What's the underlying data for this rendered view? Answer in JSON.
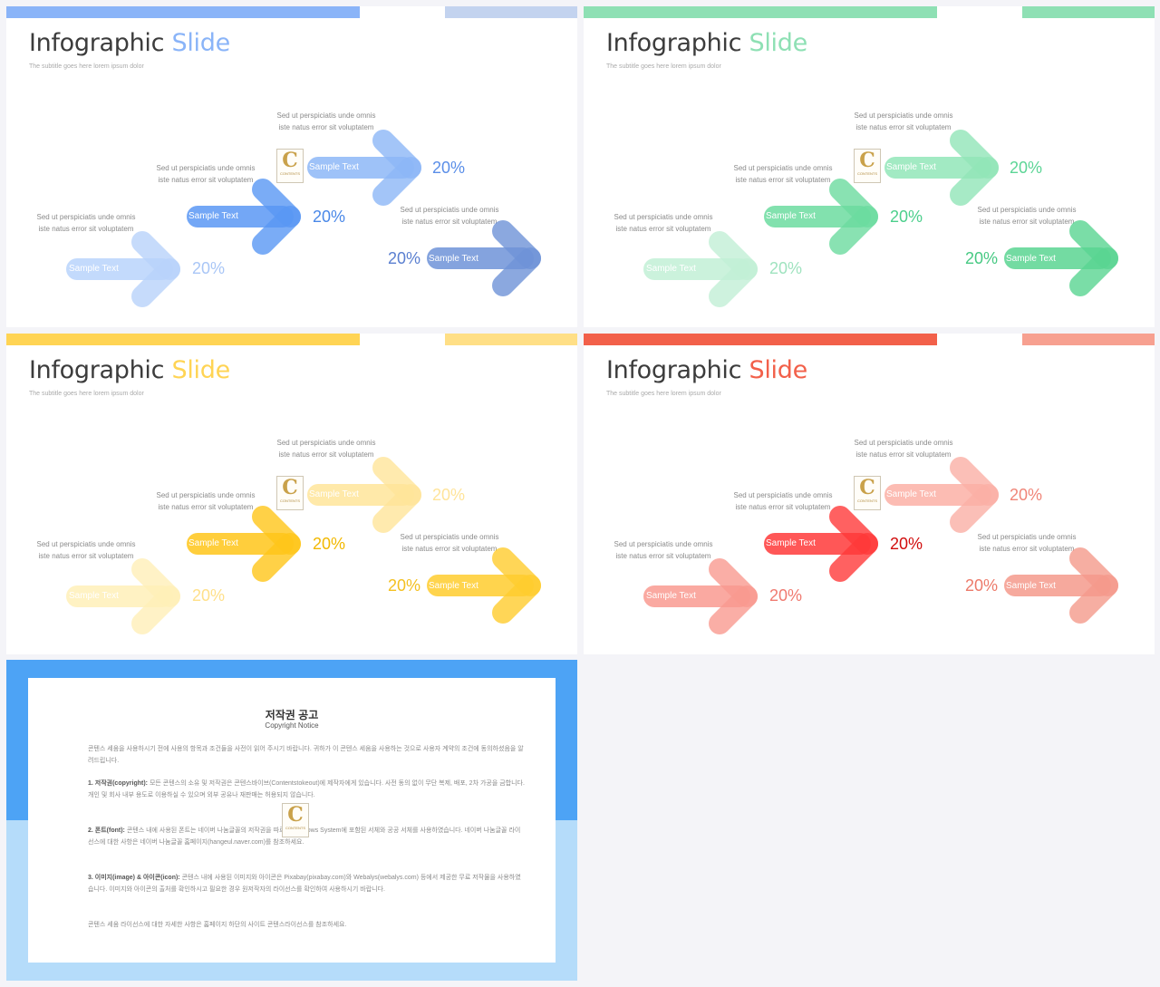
{
  "slides": [
    {
      "title_main": "Infographic",
      "title_accent": "Slide",
      "subtitle": "The subtitle goes here lorem ipsum dolor",
      "accent": "#8ab4f8",
      "bar_a": "#8ab4f8",
      "bar_b": "#c3d3ef",
      "pct_colors": [
        "#a9c6f6",
        "#4a88e8",
        "#5a8ee8",
        "#5a7fd0"
      ],
      "arrow_colors": [
        "#b9d3fb",
        "#5a98f4",
        "#8db7f7",
        "#6f93d8"
      ],
      "items": [
        {
          "desc": "Sed ut perspiciatis unde omnis iste natus error sit voluptatem",
          "label": "Sample Text",
          "pct": "20%"
        },
        {
          "desc": "Sed ut perspiciatis unde omnis iste natus error sit voluptatem",
          "label": "Sample Text",
          "pct": "20%"
        },
        {
          "desc": "Sed ut perspiciatis unde omnis iste natus error sit voluptatem",
          "label": "Sample Text",
          "pct": "20%"
        },
        {
          "desc": "Sed ut perspiciatis unde omnis iste natus error sit voluptatem",
          "label": "Sample Text",
          "pct": "20%"
        }
      ]
    },
    {
      "title_main": "Infographic",
      "title_accent": "Slide",
      "subtitle": "The subtitle goes here lorem ipsum dolor",
      "accent": "#8ee0b4",
      "bar_a": "#8ee0b4",
      "bar_b": "#8ee0b4",
      "pct_colors": [
        "#9fe3bf",
        "#4ccf8c",
        "#5cd596",
        "#47c983"
      ],
      "arrow_colors": [
        "#c2f0d6",
        "#6cdca0",
        "#92e6b8",
        "#5ad592"
      ],
      "items": [
        {
          "desc": "Sed ut perspiciatis unde omnis iste natus error sit voluptatem",
          "label": "Sample Text",
          "pct": "20%"
        },
        {
          "desc": "Sed ut perspiciatis unde omnis iste natus error sit voluptatem",
          "label": "Sample Text",
          "pct": "20%"
        },
        {
          "desc": "Sed ut perspiciatis unde omnis iste natus error sit voluptatem",
          "label": "Sample Text",
          "pct": "20%"
        },
        {
          "desc": "Sed ut perspiciatis unde omnis iste natus error sit voluptatem",
          "label": "Sample Text",
          "pct": "20%"
        }
      ]
    },
    {
      "title_main": "Infographic",
      "title_accent": "Slide",
      "subtitle": "The subtitle goes here lorem ipsum dolor",
      "accent": "#ffd454",
      "bar_a": "#ffd454",
      "bar_b": "#ffdf86",
      "pct_colors": [
        "#ffe08a",
        "#f2b800",
        "#ffe49a",
        "#f4c020"
      ],
      "arrow_colors": [
        "#fff0b8",
        "#ffc61a",
        "#ffe59a",
        "#ffcd2e"
      ],
      "items": [
        {
          "desc": "Sed ut perspiciatis unde omnis iste natus error sit voluptatem",
          "label": "Sample Text",
          "pct": "20%"
        },
        {
          "desc": "Sed ut perspiciatis unde omnis iste natus error sit voluptatem",
          "label": "Sample Text",
          "pct": "20%"
        },
        {
          "desc": "Sed ut perspiciatis unde omnis iste natus error sit voluptatem",
          "label": "Sample Text",
          "pct": "20%"
        },
        {
          "desc": "Sed ut perspiciatis unde omnis iste natus error sit voluptatem",
          "label": "Sample Text",
          "pct": "20%"
        }
      ]
    },
    {
      "title_main": "Infographic",
      "title_accent": "Slide",
      "subtitle": "The subtitle goes here lorem ipsum dolor",
      "accent": "#f2604a",
      "bar_a": "#f2604a",
      "bar_b": "#f7a090",
      "pct_colors": [
        "#f07a70",
        "#d10d0d",
        "#f08578",
        "#ec7a6a"
      ],
      "arrow_colors": [
        "#f99a90",
        "#ff3a3a",
        "#fbb0a6",
        "#f59a8c"
      ],
      "items": [
        {
          "desc": "Sed ut perspiciatis unde omnis iste natus error sit voluptatem",
          "label": "Sample Text",
          "pct": "20%"
        },
        {
          "desc": "Sed ut perspiciatis unde omnis iste natus error sit voluptatem",
          "label": "Sample Text",
          "pct": "20%"
        },
        {
          "desc": "Sed ut perspiciatis unde omnis iste natus error sit voluptatem",
          "label": "Sample Text",
          "pct": "20%"
        },
        {
          "desc": "Sed ut perspiciatis unde omnis iste natus error sit voluptatem",
          "label": "Sample Text",
          "pct": "20%"
        }
      ]
    }
  ],
  "logo": {
    "letter": "C",
    "text": "CONTENTS"
  },
  "copyright": {
    "title": "저작권 공고",
    "subtitle": "Copyright Notice",
    "p0": "콘텐스 세움을 사용하시기 전에 사용의 항목과 조건들을 사전이 읽어 주시기 바랍니다. 귀하가 이 콘텐스 세움을 사용하는 것으로 사용자 계약의 조건에 동의하셨음을 알려드립니다.",
    "p1_head": "1. 저작권(copyright):",
    "p1": " 모든 콘텐스의 소유 및 저작권은 콘텐스바이브(Contentstokeout)에 제작자에게 있습니다. 사전 동의 없이 무단 복제, 배포, 2차 가공을 금합니다. 개인 및 회사 내부 용도로 이용하실 수 있으며 외부 공유나 재판매는 허용되지 않습니다.",
    "p2_head": "2. 폰트(font):",
    "p2": " 콘텐스 내에 사용된 폰트는 네이버 나눔글꼴의 저작권을 따르며 Windows System에 포함된 서체와 공공 서체를 사용하였습니다. 네이버 나눔글꼴 라이선스에 대한 사항은 네이버 나눔글꼴 홈페이지(hangeul.naver.com)를 참조하세요.",
    "p3_head": "3. 이미지(image) & 아이콘(icon):",
    "p3": " 콘텐스 내에 사용된 이미지와 아이콘은 Pixabay(pixabay.com)와 Webalys(webalys.com) 등에서 제공한 무료 저작물을 사용하였습니다. 이미지와 아이콘의 출처를 확인하시고 필요한 경우 원저작자의 라이선스를 확인하여 사용하시기 바랍니다.",
    "p4": "콘텐스 세움 라이선스에 대한 자세한 사항은 홈페이지 하단의 사이트 콘텐스라이선스를 참조하세요."
  }
}
